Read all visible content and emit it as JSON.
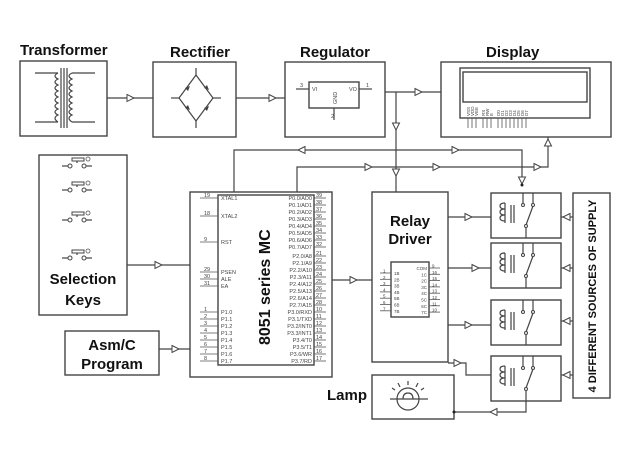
{
  "diagram": {
    "blocks": {
      "transformer": {
        "label": "Transformer"
      },
      "rectifier": {
        "label": "Rectifier"
      },
      "regulator": {
        "label": "Regulator",
        "pins": {
          "vi": "VI",
          "vo": "VO",
          "gnd": "GND",
          "n_in": "3",
          "n_out": "1",
          "n_gnd": "2"
        }
      },
      "display": {
        "label": "Display",
        "pins": [
          "VSS",
          "VDD",
          "VEE",
          "RS",
          "RW",
          "E",
          "D0",
          "D1",
          "D2",
          "D3",
          "D4",
          "D5",
          "D6",
          "D7"
        ]
      },
      "selection_keys": {
        "label_line1": "Selection",
        "label_line2": "Keys"
      },
      "mcu": {
        "label": "8051 series MC",
        "left_pins": [
          {
            "num": "19",
            "name": "XTAL1"
          },
          {
            "num": "18",
            "name": "XTAL2"
          },
          {
            "num": "9",
            "name": "RST"
          },
          {
            "num": "29",
            "name": "PSEN"
          },
          {
            "num": "30",
            "name": "ALE"
          },
          {
            "num": "31",
            "name": "EA"
          },
          {
            "num": "1",
            "name": "P1.0"
          },
          {
            "num": "2",
            "name": "P1.1"
          },
          {
            "num": "3",
            "name": "P1.2"
          },
          {
            "num": "4",
            "name": "P1.3"
          },
          {
            "num": "5",
            "name": "P1.4"
          },
          {
            "num": "6",
            "name": "P1.5"
          },
          {
            "num": "7",
            "name": "P1.6"
          },
          {
            "num": "8",
            "name": "P1.7"
          }
        ],
        "right_pins": [
          {
            "num": "39",
            "name": "P0.0/AD0"
          },
          {
            "num": "38",
            "name": "P0.1/AD1"
          },
          {
            "num": "37",
            "name": "P0.2/AD2"
          },
          {
            "num": "36",
            "name": "P0.3/AD3"
          },
          {
            "num": "35",
            "name": "P0.4/AD4"
          },
          {
            "num": "34",
            "name": "P0.5/AD5"
          },
          {
            "num": "33",
            "name": "P0.6/AD6"
          },
          {
            "num": "32",
            "name": "P0.7/AD7"
          },
          {
            "num": "21",
            "name": "P2.0/A8"
          },
          {
            "num": "22",
            "name": "P2.1/A9"
          },
          {
            "num": "23",
            "name": "P2.2/A10"
          },
          {
            "num": "24",
            "name": "P2.3/A11"
          },
          {
            "num": "25",
            "name": "P2.4/A12"
          },
          {
            "num": "26",
            "name": "P2.5/A13"
          },
          {
            "num": "27",
            "name": "P2.6/A14"
          },
          {
            "num": "28",
            "name": "P2.7/A15"
          },
          {
            "num": "10",
            "name": "P3.0/RXD"
          },
          {
            "num": "11",
            "name": "P3.1/TXD"
          },
          {
            "num": "12",
            "name": "P3.2/INT0"
          },
          {
            "num": "13",
            "name": "P3.3/INT1"
          },
          {
            "num": "14",
            "name": "P3.4/T0"
          },
          {
            "num": "15",
            "name": "P3.5/T1"
          },
          {
            "num": "16",
            "name": "P3.6/WR"
          },
          {
            "num": "17",
            "name": "P3.7/RD"
          }
        ]
      },
      "relay_driver": {
        "label_line1": "Relay",
        "label_line2": "Driver",
        "left_pins": [
          {
            "num": "1",
            "name": "1B"
          },
          {
            "num": "2",
            "name": "2B"
          },
          {
            "num": "3",
            "name": "3B"
          },
          {
            "num": "4",
            "name": "4B"
          },
          {
            "num": "5",
            "name": "5B"
          },
          {
            "num": "6",
            "name": "6B"
          },
          {
            "num": "7",
            "name": "7B"
          }
        ],
        "right_pins": [
          {
            "num": "9",
            "name": "COM"
          },
          {
            "num": "16",
            "name": "1C"
          },
          {
            "num": "15",
            "name": "2C"
          },
          {
            "num": "14",
            "name": "3C"
          },
          {
            "num": "13",
            "name": "4C"
          },
          {
            "num": "12",
            "name": "5C"
          },
          {
            "num": "11",
            "name": "6C"
          },
          {
            "num": "10",
            "name": "7C"
          }
        ]
      },
      "program": {
        "label_line1": "Asm/C",
        "label_line2": "Program"
      },
      "lamp": {
        "label": "Lamp"
      },
      "supply": {
        "label": "4 DIFFERENT SOURCES OF SUPPLY"
      },
      "relays": {
        "count": 4
      }
    }
  }
}
